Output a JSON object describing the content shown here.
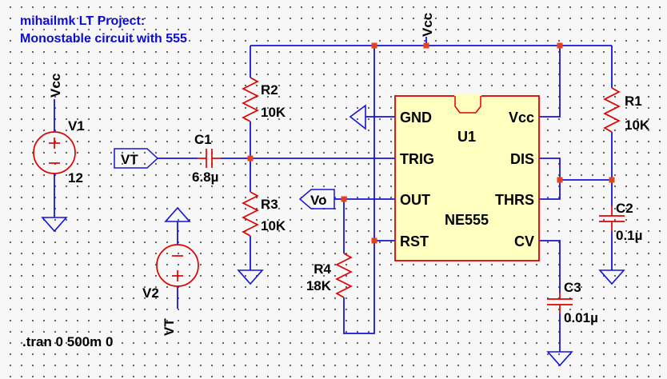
{
  "title": {
    "line1": "mihailmk LT Project:",
    "line2": "Monostable circuit with 555"
  },
  "directive": ".tran 0 500m 0",
  "net_labels": {
    "vcc_rail": "Vcc",
    "vcc_v1": "Vcc",
    "vt_flag": "VT",
    "vt_source": "VT",
    "vo_flag": "Vo"
  },
  "components": {
    "v1": {
      "name": "V1",
      "value": "12"
    },
    "v2": {
      "name": "V2"
    },
    "r1": {
      "name": "R1",
      "value": "10K"
    },
    "r2": {
      "name": "R2",
      "value": "10K"
    },
    "r3": {
      "name": "R3",
      "value": "10K"
    },
    "r4": {
      "name": "R4",
      "value": "18K"
    },
    "c1": {
      "name": "C1",
      "value": "6.8µ"
    },
    "c2": {
      "name": "C2",
      "value": "0.1µ"
    },
    "c3": {
      "name": "C3",
      "value": "0.01µ"
    },
    "u1": {
      "name": "U1",
      "part": "NE555",
      "pins_left": [
        "GND",
        "TRIG",
        "OUT",
        "RST"
      ],
      "pins_right": [
        "Vcc",
        "DIS",
        "THRS",
        "CV"
      ]
    }
  },
  "colors": {
    "wire": "#1414DC",
    "component": "#E00000",
    "junction": "#E8401A",
    "chip_fill": "#FFFFC0",
    "title_text": "#0D0DD0",
    "label_text": "#000000",
    "background": "#F7F7F7"
  }
}
